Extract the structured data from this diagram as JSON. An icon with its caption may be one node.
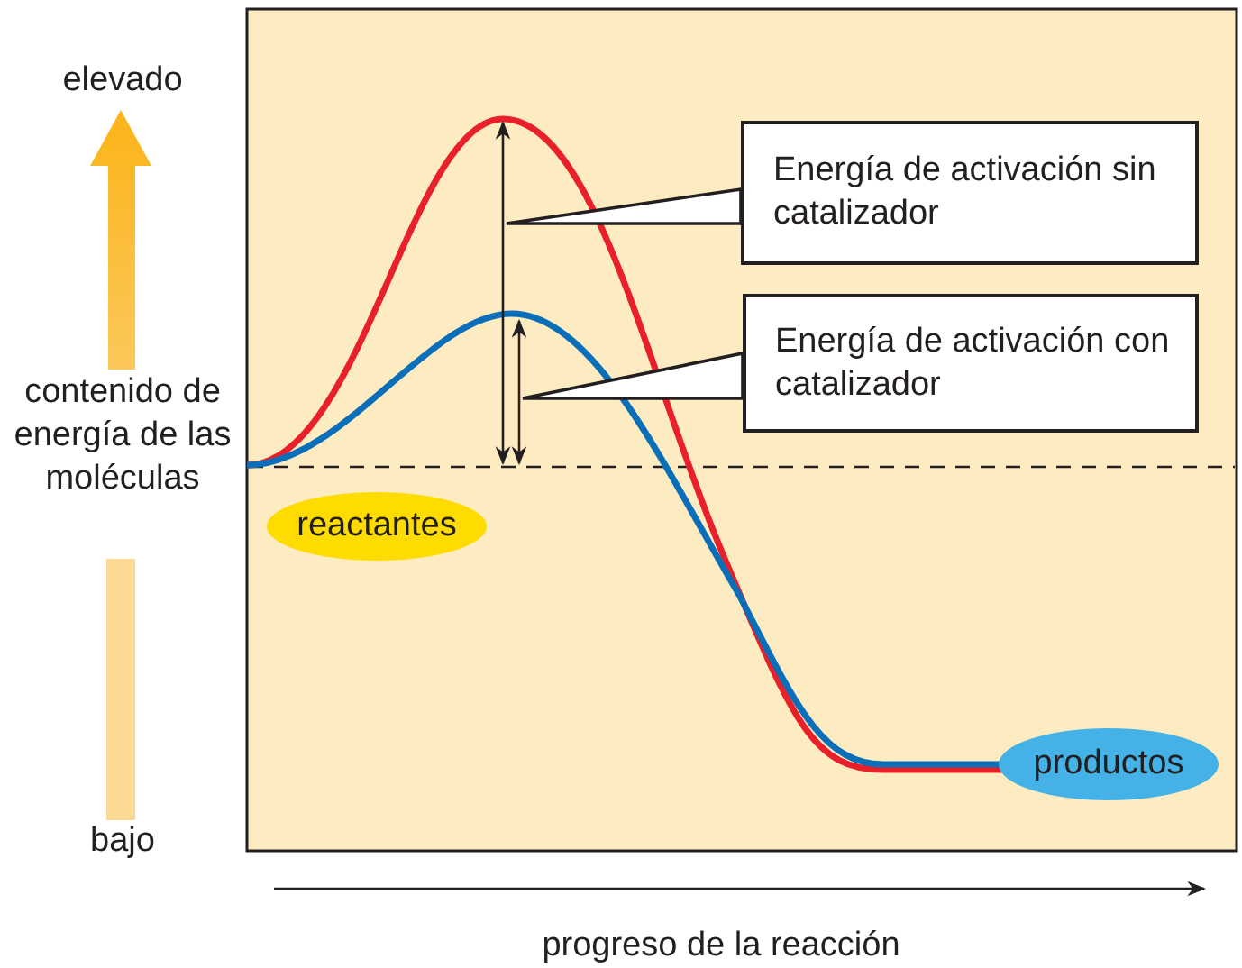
{
  "diagram": {
    "nodes": [
      {
        "text": [
          "Energía de activación sin catalizador"
        ]
      },
      {
        "text": [
          "Energía de activación con catalizador"
        ]
      },
      {
        "text": [
          "reactantes"
        ]
      },
      {
        "text": [
          "productos"
        ]
      },
      {
        "text": [],
        "shape": "arrow"
      },
      {
        "text": [],
        "shape": "arrow"
      }
    ],
    "edges": [
      {
        "from": 0,
        "to": 4,
        "arrow": "none"
      },
      {
        "from": 1,
        "to": 5,
        "arrow": "none"
      }
    ],
    "labels": [
      "elevado",
      "contenido de energía de las moléculas",
      "bajo",
      "progreso de la reacción"
    ]
  }
}
